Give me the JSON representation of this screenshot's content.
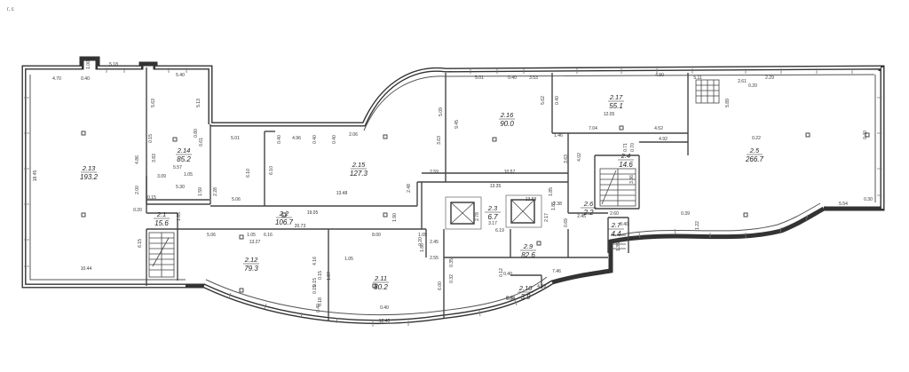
{
  "corner_mark": "г, с",
  "rooms": [
    {
      "id": "2.13",
      "area": "193.2"
    },
    {
      "id": "2.14",
      "area": "85.2"
    },
    {
      "id": "2.15",
      "area": "127.3"
    },
    {
      "id": "2.16",
      "area": "90.0"
    },
    {
      "id": "2.17",
      "area": "55.1"
    },
    {
      "id": "2.4",
      "area": "14.6"
    },
    {
      "id": "2.5",
      "area": "266.7"
    },
    {
      "id": "2.1",
      "area": "15.6"
    },
    {
      "id": "2.2",
      "area": "106.7"
    },
    {
      "id": "2.3",
      "area": "6.7"
    },
    {
      "id": "2.6",
      "area": "2.2"
    },
    {
      "id": "2.7",
      "area": "4.4"
    },
    {
      "id": "2.9",
      "area": "82.6"
    },
    {
      "id": "2.12",
      "area": "79.3"
    },
    {
      "id": "2.11",
      "area": "80.2"
    },
    {
      "id": "2.10",
      "area": "3.9"
    }
  ],
  "dimensions": [
    "5.18",
    "4.70",
    "0.40",
    "1.00",
    "5.40",
    "5.63",
    "5.13",
    "0.15",
    "0.80",
    "0.61",
    "5.01",
    "0.40",
    "4.96",
    "0.40",
    "2.06",
    "0.40",
    "18.45",
    "4.86",
    "3.83",
    "5.57",
    "3.09",
    "1.05",
    "5.30",
    "2.00",
    "0.15",
    "1.59",
    "2.28",
    "6.10",
    "6.10",
    "5.06",
    "1.85",
    "0.20",
    "6.15",
    "5.06",
    "1.05",
    "6.16",
    "13.27",
    "10.44",
    "4.16",
    "0.15",
    "0.15",
    "1.87",
    "0.40",
    "1.05",
    "19.05",
    "20.73",
    "13.48",
    "2.48",
    "1.90",
    "8.00",
    "1.05",
    "5.01",
    "0.40",
    "3.53",
    "5.62",
    "0.40",
    "4.90",
    "5.09",
    "9.45",
    "3.63",
    "2.59",
    "10.57",
    "1.46",
    "3.63",
    "4.02",
    "7.04",
    "4.52",
    "4.92",
    "0.71",
    "0.70",
    "13.35",
    "13.69",
    "1.85",
    "2.38",
    "2.78",
    "3.17",
    "6.19",
    "2.17",
    "0.69",
    "2.45",
    "2.55",
    "2.45",
    "0.20",
    "1.86",
    "0.35",
    "0.32",
    "6.00",
    "0.12",
    "0.40",
    "0.84",
    "4.09",
    "7.46",
    "5.11",
    "2.61",
    "0.20",
    "2.29",
    "5.89",
    "12.05",
    "0.22",
    "0.40",
    "5.54",
    "0.30",
    "0.39",
    "1.22",
    "2.60",
    "0.40",
    "3.36",
    "1.85",
    "1.35",
    "0.40",
    "12.40",
    "0.18",
    "0.40",
    "0.15"
  ]
}
